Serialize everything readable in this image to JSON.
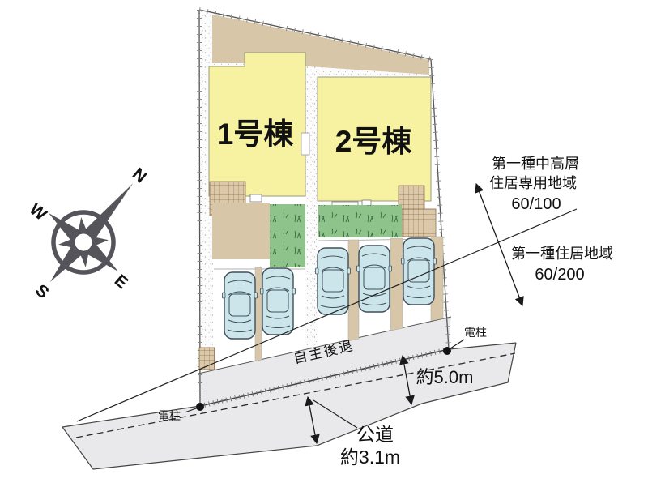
{
  "plan": {
    "buildings": [
      {
        "label": "1号棟"
      },
      {
        "label": "2号棟"
      }
    ],
    "compass": {
      "north": "N",
      "east": "E",
      "south": "S",
      "west": "W"
    },
    "road": {
      "setback_label": "自主後退",
      "public_road_label": "公道",
      "public_road_width": "約3.1m",
      "right_road_width": "約5.0m"
    },
    "utility_poles": {
      "left": "電柱",
      "right": "電柱"
    },
    "zoning": {
      "zone1": {
        "name_line1": "第一種中高層",
        "name_line2": "住居専用地域",
        "ratio": "60/100"
      },
      "zone2": {
        "name": "第一種住居地域",
        "ratio": "60/200"
      }
    },
    "colors": {
      "building_fill": "#f6f2a2",
      "grass": "#8fc38c",
      "road": "#e9e9eb",
      "car": "#cbe5eb",
      "deck_tan": "#dbc9a9",
      "compass": "#54545a"
    }
  }
}
